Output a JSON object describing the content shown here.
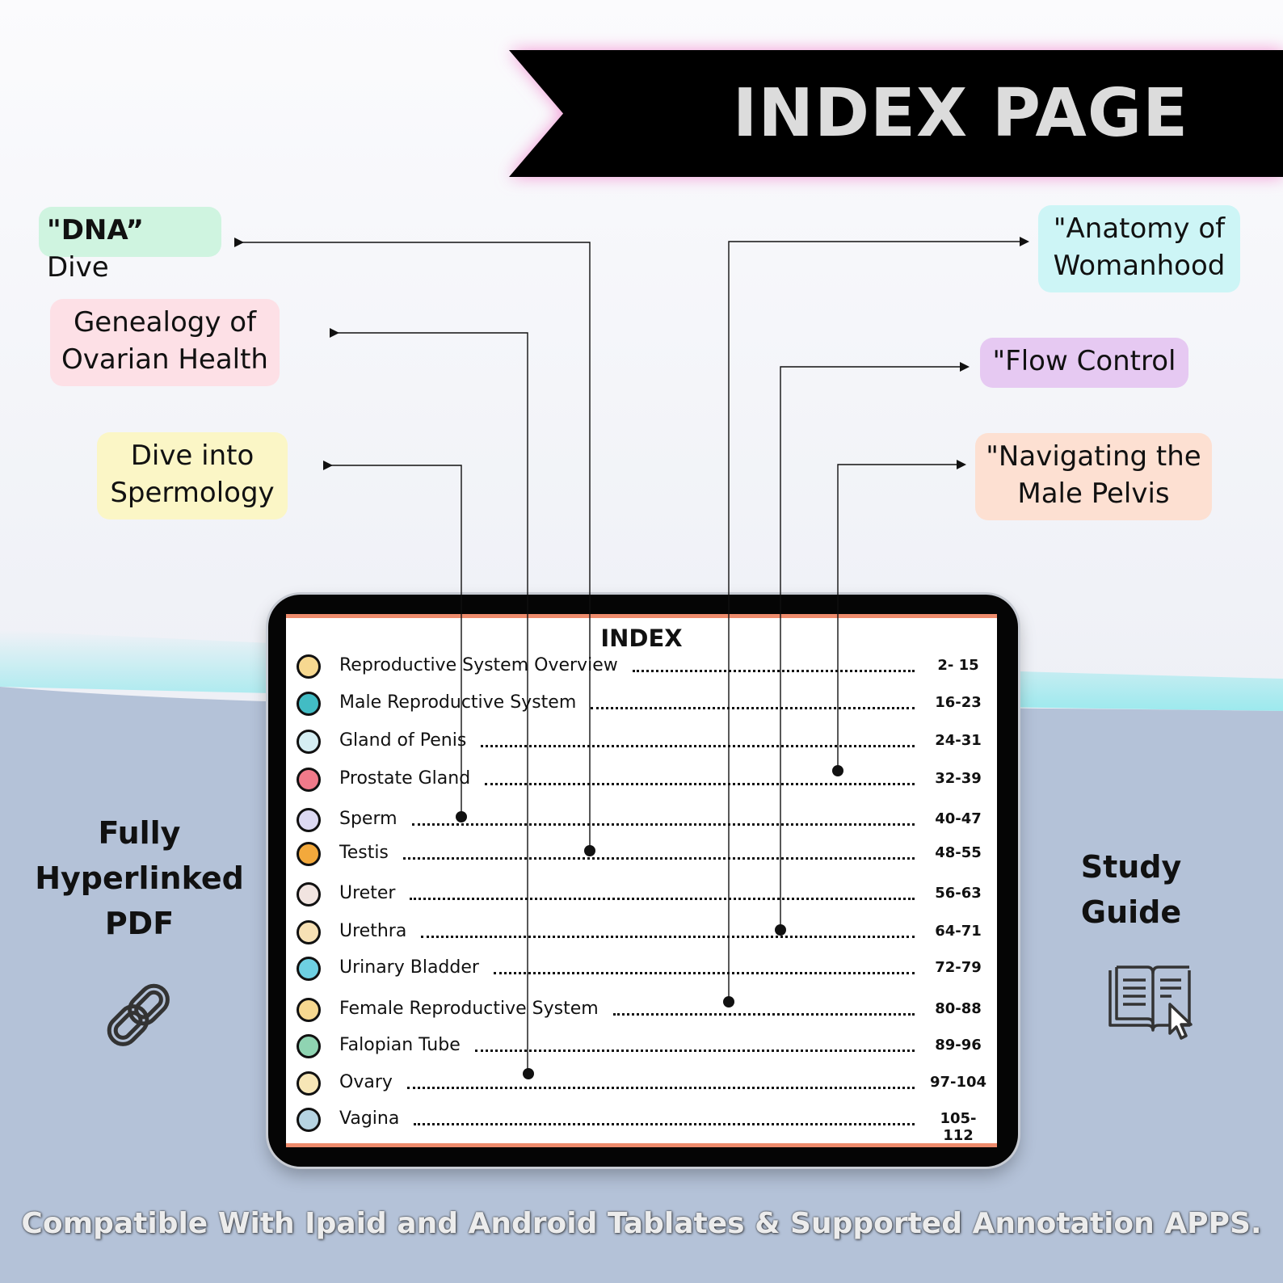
{
  "banner": {
    "title": "INDEX PAGE"
  },
  "labels": {
    "dna_bold": "\"DNA”",
    "dna_rest": " Dive",
    "genealogy": "Genealogy of Ovarian Health",
    "spermology": "Dive into Spermology",
    "anatomy": "\"Anatomy of Womanhood",
    "flow": "\"Flow Control",
    "pelvis": "\"Navigating the Male Pelvis"
  },
  "left_feature": {
    "title": "Fully Hyperlinked PDF",
    "icon": "chain-link-icon"
  },
  "right_feature": {
    "title": "Study Guide",
    "icon": "open-book-cursor-icon"
  },
  "index": {
    "title": "INDEX",
    "rows": [
      {
        "title": "Reproductive System Overview",
        "pages": "2- 15",
        "icon_color": "#f6d890"
      },
      {
        "title": "Male Reproductive System",
        "pages": "16-23",
        "icon_color": "#42bcc4"
      },
      {
        "title": "Gland of Penis",
        "pages": "24-31",
        "icon_color": "#d5eef3"
      },
      {
        "title": "Prostate Gland",
        "pages": "32-39",
        "icon_color": "#f07a8a"
      },
      {
        "title": "Sperm",
        "pages": "40-47",
        "icon_color": "#dcd9f2"
      },
      {
        "title": "Testis",
        "pages": "48-55",
        "icon_color": "#f3a93c"
      },
      {
        "title": "Ureter",
        "pages": "56-63",
        "icon_color": "#f1e4e0"
      },
      {
        "title": "Urethra",
        "pages": "64-71",
        "icon_color": "#f7e1b5"
      },
      {
        "title": "Urinary Bladder",
        "pages": "72-79",
        "icon_color": "#6ed0e2"
      },
      {
        "title": "Female Reproductive System",
        "pages": "80-88",
        "icon_color": "#f6d890"
      },
      {
        "title": "Falopian Tube",
        "pages": "89-96",
        "icon_color": "#8fd4b2"
      },
      {
        "title": "Ovary",
        "pages": "97-104",
        "icon_color": "#f7e6b6"
      },
      {
        "title": "Vagina",
        "pages": "105-112",
        "icon_color": "#b6d4e2"
      }
    ]
  },
  "footer": "Compatible With Ipaid and Android Tablates & Supported Annotation APPS.",
  "colors": {
    "banner_glow": "#f078c8",
    "accent": "#ee8b6c",
    "bottom_bg": "#b4c2d8",
    "wave_glow": "#8ee8ec"
  }
}
